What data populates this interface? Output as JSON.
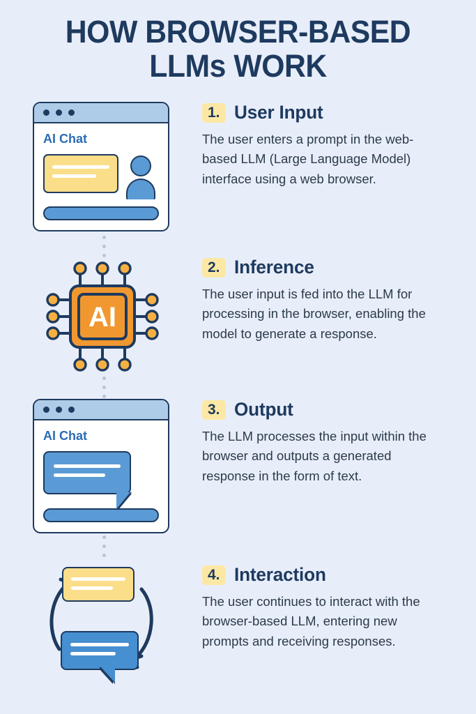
{
  "title": {
    "line1": "HOW BROWSER-BASED",
    "line2": "LLMs WORK"
  },
  "colors": {
    "background": "#e8eef9",
    "navy": "#1e3a5f",
    "body_text": "#2b3a4a",
    "badge_yellow": "#fce8a4",
    "bubble_yellow": "#fbde8a",
    "blue": "#5b9bd5",
    "blue_dark": "#468fd0",
    "titlebar_blue": "#aecbe8",
    "chip_orange": "#f0982f",
    "chip_pin": "#f6b042",
    "connector_dot": "#b9c4d6"
  },
  "steps": [
    {
      "number": "1.",
      "title": "User Input",
      "body": "The user enters a prompt in the web-based LLM (Large Language Model) interface using a web browser.",
      "art": "browser-window-with-user",
      "art_label": "AI Chat"
    },
    {
      "number": "2.",
      "title": "Inference",
      "body": "The user input is fed into the LLM for processing in the browser, enabling the model to generate a response.",
      "art": "ai-chip",
      "art_label": "AI"
    },
    {
      "number": "3.",
      "title": "Output",
      "body": "The LLM processes the input within the browser and outputs a generated response in the form of text.",
      "art": "browser-window-with-response",
      "art_label": "AI Chat"
    },
    {
      "number": "4.",
      "title": "Interaction",
      "body": "The user continues to interact with the browser-based LLM, entering new prompts and receiving responses.",
      "art": "interaction-cycle",
      "art_label": ""
    }
  ]
}
